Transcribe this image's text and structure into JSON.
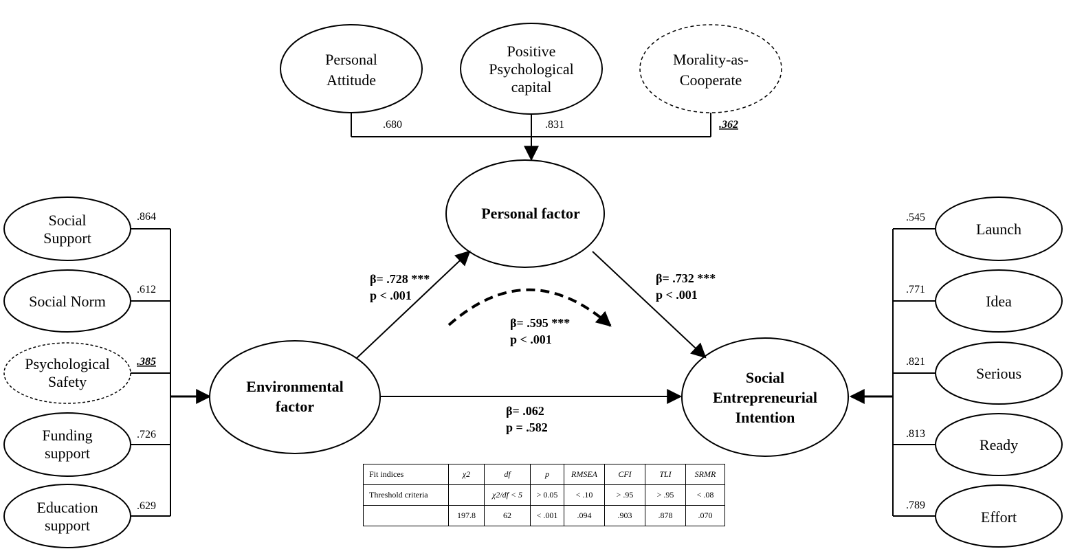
{
  "personal_indicators": [
    {
      "line1": "Personal",
      "line2": "Attitude",
      "loading": ".680"
    },
    {
      "line1": "Positive",
      "line2": "Psychological",
      "line3": "capital",
      "loading": ".831"
    },
    {
      "line1": "Morality-as-",
      "line2": "Cooperate",
      "loading": ".362"
    }
  ],
  "environmental_indicators": [
    {
      "line1": "Social",
      "line2": "Support",
      "loading": ".864"
    },
    {
      "line1": "Social Norm",
      "loading": ".612"
    },
    {
      "line1": "Psychological",
      "line2": "Safety",
      "loading": ".385"
    },
    {
      "line1": "Funding",
      "line2": "support",
      "loading": ".726"
    },
    {
      "line1": "Education",
      "line2": "support",
      "loading": ".629"
    }
  ],
  "intention_indicators": [
    {
      "label": "Launch",
      "loading": ".545"
    },
    {
      "label": "Idea",
      "loading": ".771"
    },
    {
      "label": "Serious",
      "loading": ".821"
    },
    {
      "label": "Ready",
      "loading": ".813"
    },
    {
      "label": "Effort",
      "loading": ".789"
    }
  ],
  "factors": {
    "personal": "Personal factor",
    "environmental_line1": "Environmental",
    "environmental_line2": "factor",
    "sei_line1": "Social",
    "sei_line2": "Entrepreneurial",
    "sei_line3": "Intention"
  },
  "paths": {
    "env_to_personal": {
      "beta": "β= .728 ***",
      "p": "p < .001"
    },
    "personal_to_sei": {
      "beta": "β= .732 ***",
      "p": "p < .001"
    },
    "indirect": {
      "beta": "β= .595 ***",
      "p": "p < .001"
    },
    "env_to_sei": {
      "beta": "β= .062",
      "p": "p = .582"
    }
  },
  "fit_table": {
    "headers": [
      "Fit indices",
      "χ2",
      "df",
      "p",
      "RMSEA",
      "CFI",
      "TLI",
      "SRMR"
    ],
    "threshold": [
      "Threshold criteria",
      "",
      "χ2/df < 5",
      "> 0.05",
      "< .10",
      "> .95",
      "> .95",
      "< .08"
    ],
    "values": [
      "",
      "197.8",
      "62",
      "< .001",
      ".094",
      ".903",
      ".878",
      ".070"
    ]
  }
}
